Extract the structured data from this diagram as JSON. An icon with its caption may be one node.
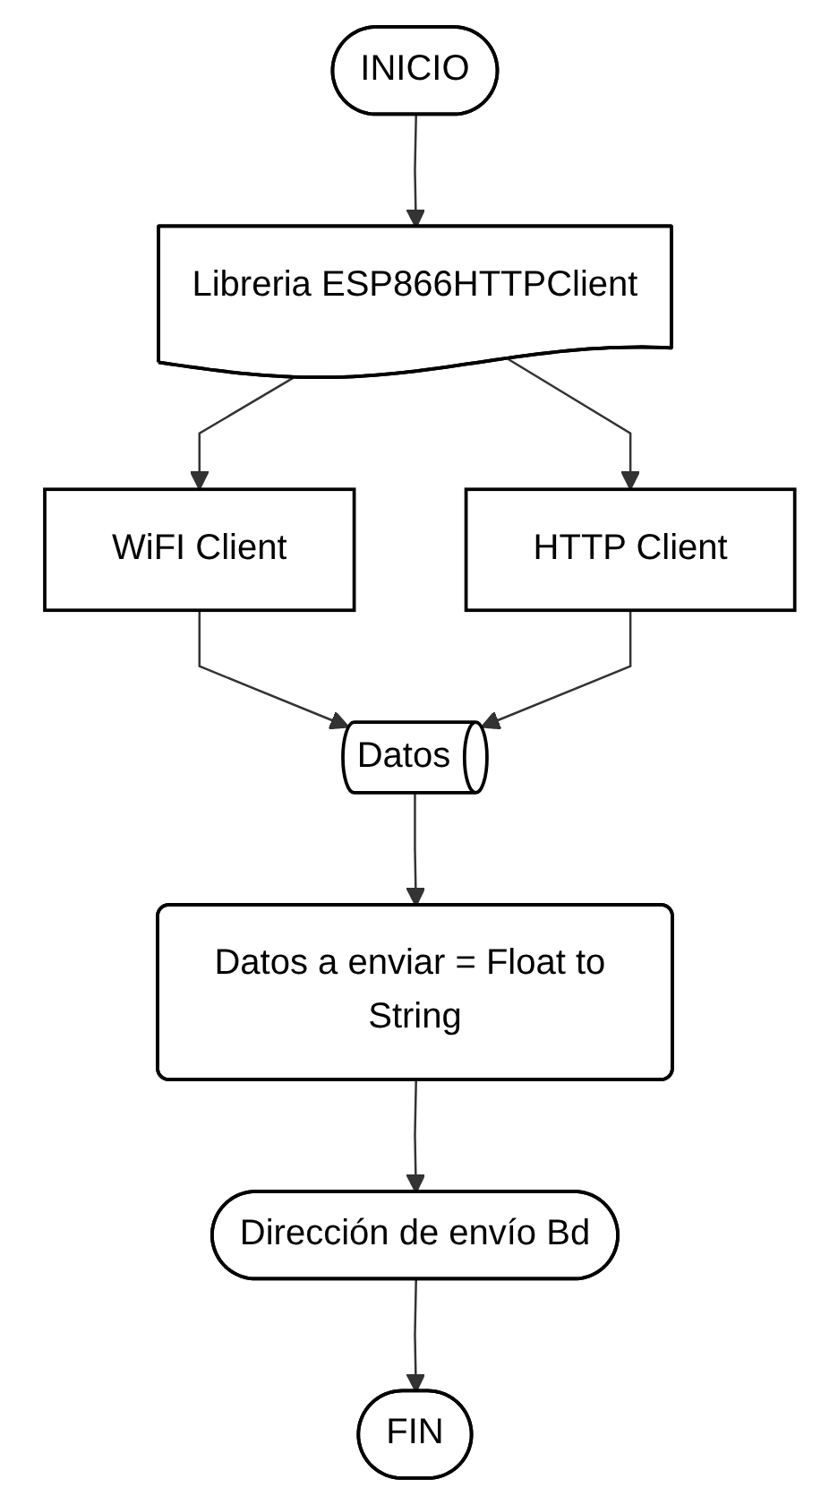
{
  "diagram": {
    "nodes": [
      {
        "text": [
          "INICIO"
        ]
      },
      {
        "text": [
          "Libreria ESP866HTTPClient"
        ]
      },
      {
        "text": [
          "WiFI Client"
        ]
      },
      {
        "text": [
          "HTTP Client"
        ]
      },
      {
        "text": [
          "Datos"
        ]
      },
      {
        "text": [
          "Datos a enviar = Float to String"
        ]
      },
      {
        "text": [
          "Dirección de envío Bd"
        ]
      },
      {
        "text": [
          "FIN"
        ]
      }
    ],
    "edges": [
      {
        "from": 0,
        "to": 1,
        "arrow": "to"
      },
      {
        "from": 1,
        "to": 2,
        "arrow": "to"
      },
      {
        "from": 1,
        "to": 3,
        "arrow": "to"
      },
      {
        "from": 2,
        "to": 4,
        "arrow": "to"
      },
      {
        "from": 3,
        "to": 4,
        "arrow": "to"
      },
      {
        "from": 4,
        "to": 5,
        "arrow": "to"
      },
      {
        "from": 5,
        "to": 6,
        "arrow": "to"
      },
      {
        "from": 6,
        "to": 7,
        "arrow": "to"
      }
    ]
  }
}
